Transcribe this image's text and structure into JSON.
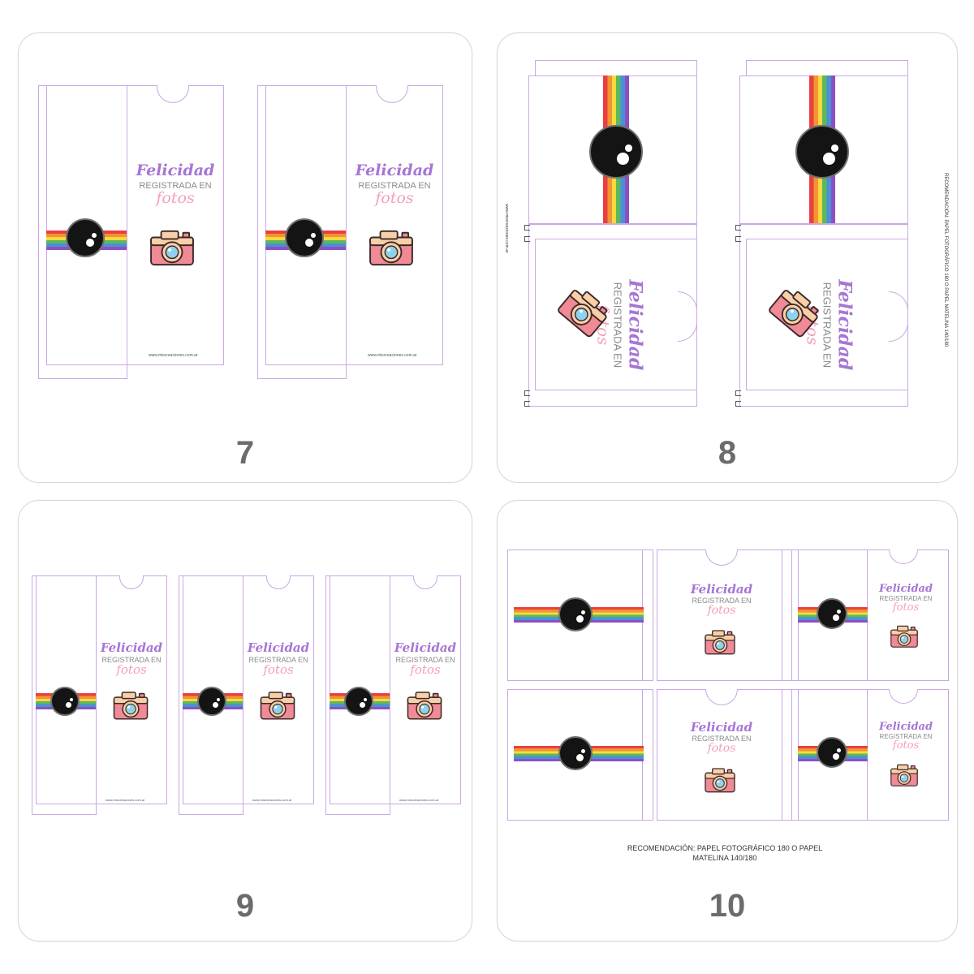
{
  "cards": [
    {
      "number": "7"
    },
    {
      "number": "8"
    },
    {
      "number": "9"
    },
    {
      "number": "10"
    }
  ],
  "label": {
    "title": "Felicidad",
    "middle": "REGISTRADA EN",
    "script": "fotos"
  },
  "website": "www.miscreaciones.com.ar",
  "card8_side_text": "RECOMENDACIÓN: PAPEL FOTOGRÁFICO 180 O PAPEL MATELINA 140/180",
  "recommendation": {
    "line1": "RECOMENDACIÓN: PAPEL FOTOGRÁFICO 180 O PAPEL",
    "line2": "MATELINA 140/180"
  },
  "icons": [
    "camera-lens-icon",
    "pink-camera-icon",
    "rainbow-stripe"
  ],
  "colors": {
    "title": "#a675d4",
    "script": "#f3a0b8",
    "die_line": "#c9a8e3",
    "camera_body": "#f08a96",
    "camera_top": "#f9cfa7",
    "lens_glass": "#8ed3ee"
  }
}
